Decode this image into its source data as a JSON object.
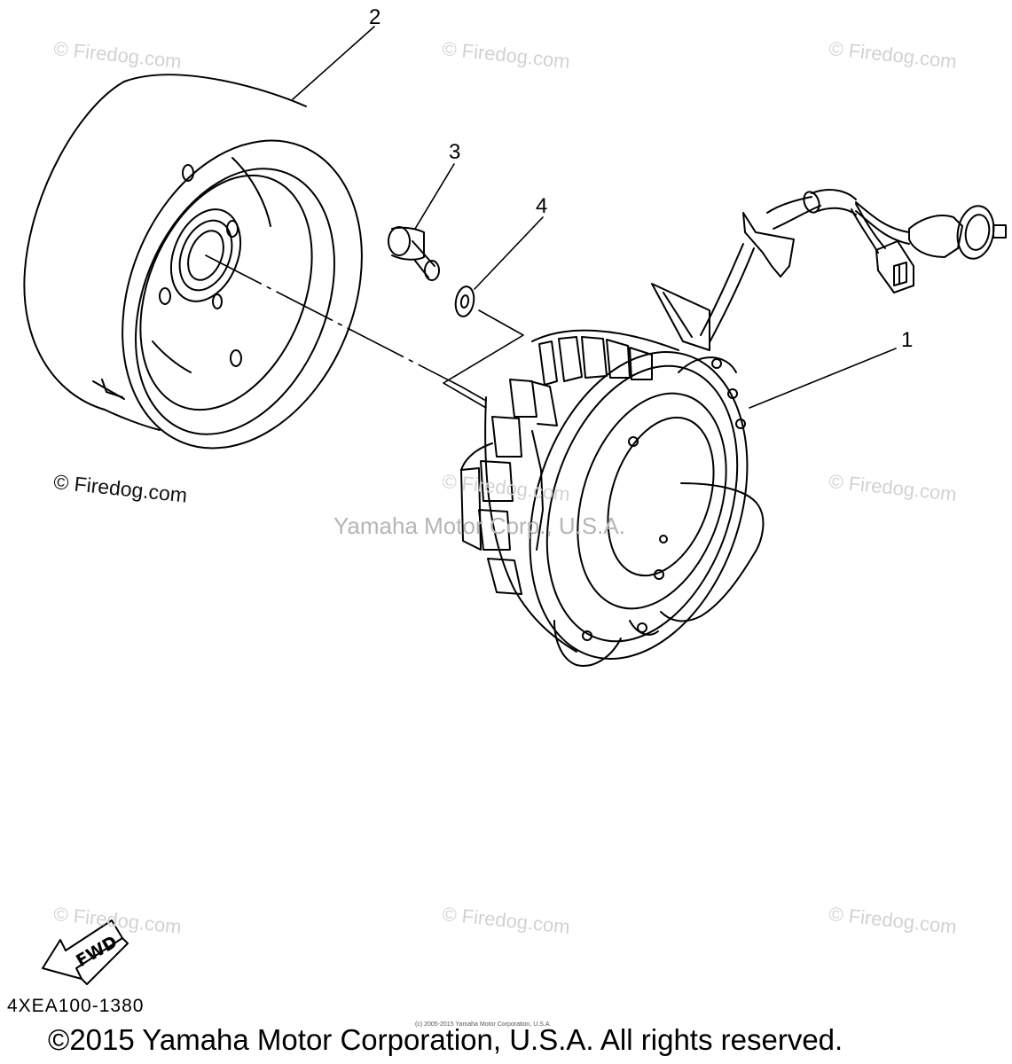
{
  "callouts": {
    "part1": "1",
    "part2": "2",
    "part3": "3",
    "part4": "4"
  },
  "watermarks": {
    "firedog": "© Firedog.com",
    "center": "Yamaha Motor Corp., U.S.A."
  },
  "fwd_label": "FWD",
  "diagram_code": "4XEA100-1380",
  "tiny_copyright": "(c) 2005-2015 Yamaha Motor Corporation, U.S.A.",
  "footer_copyright": "©2015 Yamaha Motor Corporation, U.S.A. All rights reserved.",
  "colors": {
    "line": "#000000",
    "watermark": "#d2d2d2",
    "background": "#ffffff"
  }
}
